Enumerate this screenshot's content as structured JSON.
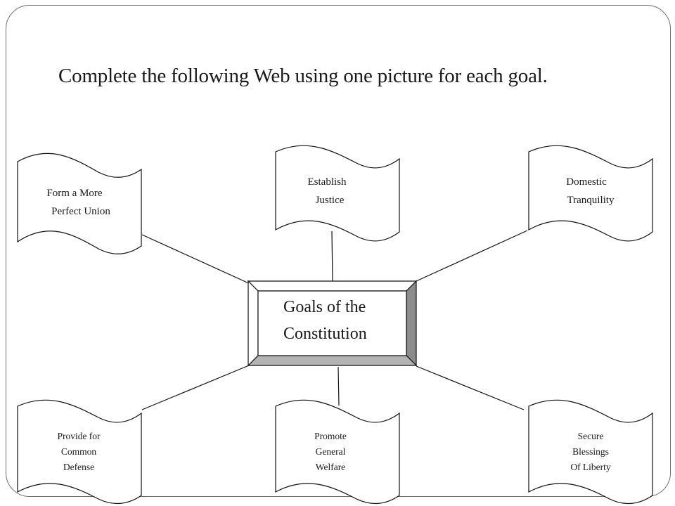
{
  "title": "Complete the following Web using one picture for each goal.",
  "center": {
    "line1": "Goals of the",
    "line2": "Constitution"
  },
  "goals": [
    {
      "lines": [
        "Form a More",
        "Perfect Union"
      ]
    },
    {
      "lines": [
        "Establish",
        "Justice"
      ]
    },
    {
      "lines": [
        "Domestic",
        "Tranquility"
      ]
    },
    {
      "lines": [
        "Provide for",
        "Common",
        "Defense"
      ]
    },
    {
      "lines": [
        "Promote",
        "General",
        "Welfare"
      ]
    },
    {
      "lines": [
        "Secure",
        "Blessings",
        "Of Liberty"
      ]
    }
  ]
}
